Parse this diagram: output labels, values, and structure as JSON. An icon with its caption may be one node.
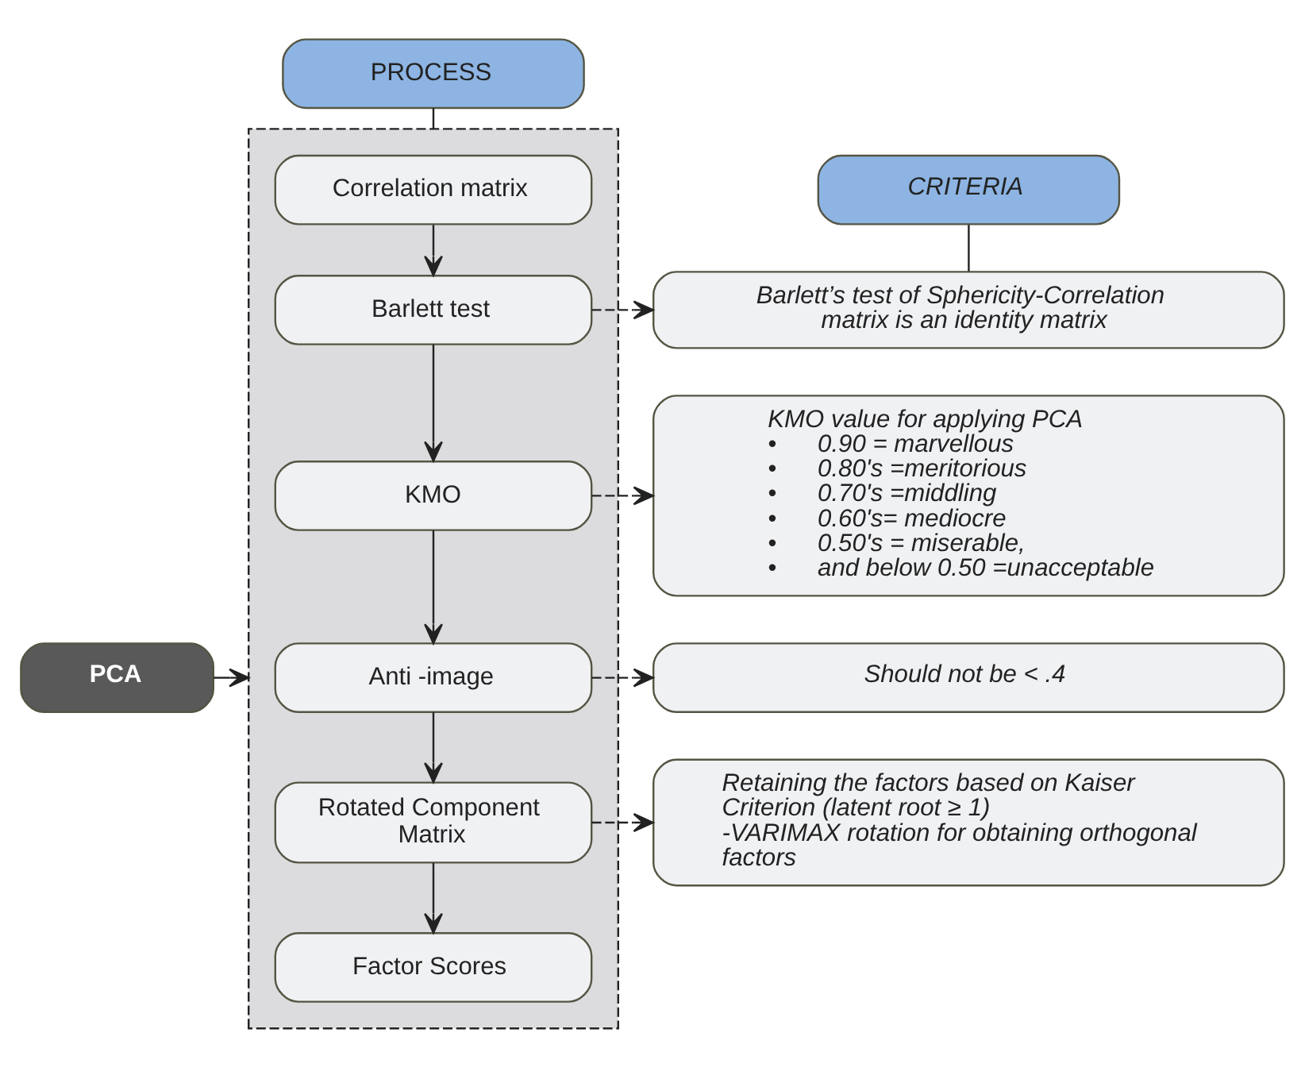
{
  "diagram": {
    "nodes": [
      {
        "text": [
          "PROCESS"
        ]
      },
      {
        "text": [],
        "shape": "box"
      },
      {
        "text": [
          "Correlation matrix"
        ],
        "in": 1
      },
      {
        "text": [
          "Barlett test"
        ],
        "in": 1
      },
      {
        "text": [
          "KMO"
        ],
        "in": 1
      },
      {
        "text": [
          "Anti -image"
        ],
        "in": 1
      },
      {
        "text": [
          "Rotated Component Matrix"
        ],
        "in": 1
      },
      {
        "text": [
          "Factor Scores"
        ],
        "in": 1
      },
      {
        "text": [
          "CRITERIA"
        ]
      },
      {
        "text": [
          "Barlett’s test of Sphericity-Correlation matrix is an identity matrix"
        ]
      },
      {
        "text": [
          "KMO value for applying PCA",
          "•      0.90 = marvellous",
          "•      0.80's =meritorious",
          "•      0.70's =middling",
          "•      0.60's= mediocre",
          "•      0.50's = miserable,",
          "•      and below 0.50 =unacceptable"
        ]
      },
      {
        "text": [
          "Should not be < .4"
        ]
      },
      {
        "text": [
          "Retaining the factors based on Kaiser Criterion (latent root ≥ 1)",
          "-VARIMAX rotation for obtaining orthogonal factors"
        ]
      },
      {
        "text": [
          "PCA"
        ]
      }
    ],
    "edges": [
      {
        "from": 0,
        "to": 1,
        "arrow": "none"
      },
      {
        "from": 2,
        "to": 3,
        "arrow": "to"
      },
      {
        "from": 3,
        "to": 4,
        "arrow": "to"
      },
      {
        "from": 4,
        "to": 5,
        "arrow": "to"
      },
      {
        "from": 5,
        "to": 6,
        "arrow": "to"
      },
      {
        "from": 6,
        "to": 7,
        "arrow": "to"
      },
      {
        "from": 8,
        "to": 9,
        "arrow": "none"
      },
      {
        "from": 3,
        "to": 9,
        "arrow": "to",
        "style": "dashed"
      },
      {
        "from": 4,
        "to": 10,
        "arrow": "to",
        "style": "dashed"
      },
      {
        "from": 5,
        "to": 11,
        "arrow": "to",
        "style": "dashed"
      },
      {
        "from": 6,
        "to": 12,
        "arrow": "to",
        "style": "dashed"
      },
      {
        "from": 13,
        "to": 1,
        "arrow": "to"
      }
    ]
  }
}
